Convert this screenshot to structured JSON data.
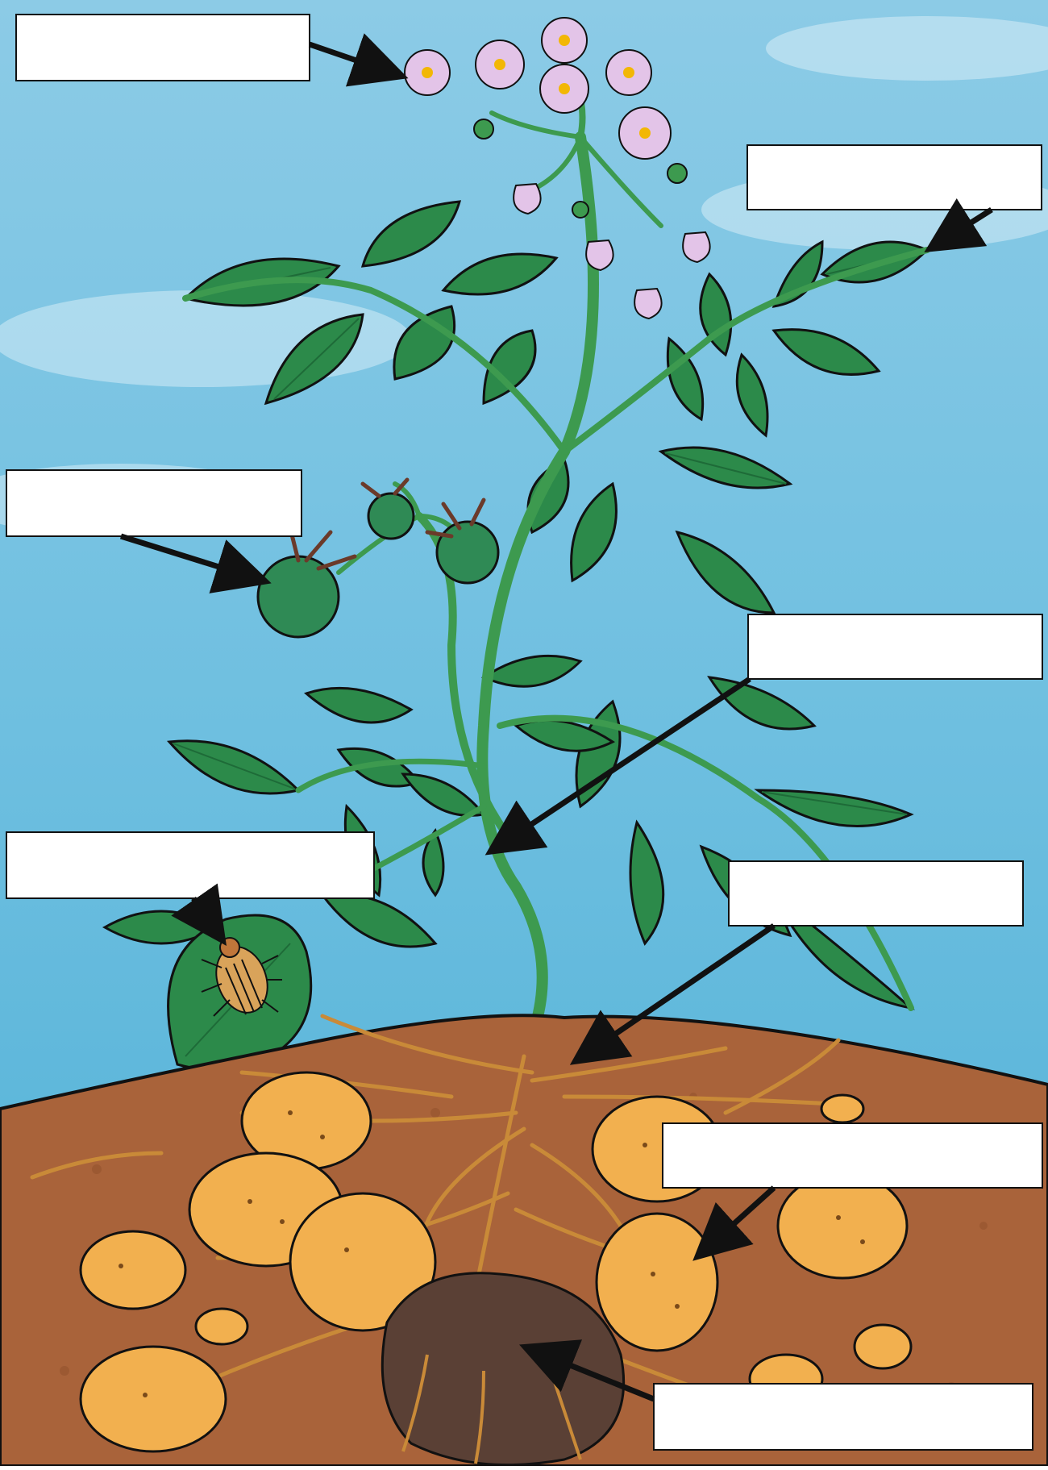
{
  "diagram": {
    "subject": "potato plant",
    "colors": {
      "sky": "#5fb4d8",
      "sky_light": "#a8d8ee",
      "soil": "#a9633a",
      "soil_dark": "#7d4424",
      "leaf": "#2c8a4a",
      "leaf_dark": "#1e6b38",
      "stem": "#3d9a4f",
      "flower": "#e3c4e8",
      "flower_center": "#f2b705",
      "fruit": "#2f8a55",
      "tuber": "#f2b04f",
      "seed_potato": "#5a4035",
      "root": "#c98a38",
      "outline": "#111111"
    },
    "labels": [
      {
        "id": "flower",
        "text": ""
      },
      {
        "id": "leaf",
        "text": ""
      },
      {
        "id": "fruit",
        "text": ""
      },
      {
        "id": "stem",
        "text": ""
      },
      {
        "id": "beetle",
        "text": ""
      },
      {
        "id": "root",
        "text": ""
      },
      {
        "id": "tuber",
        "text": ""
      },
      {
        "id": "seed-potato",
        "text": ""
      }
    ]
  }
}
